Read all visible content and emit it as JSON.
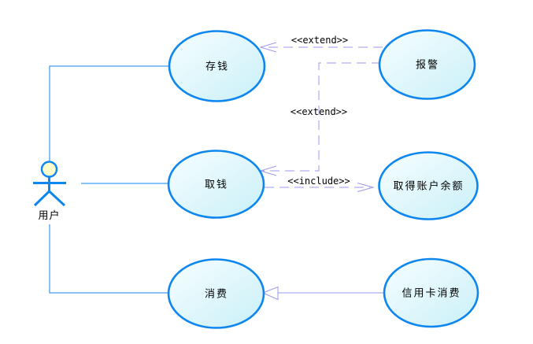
{
  "diagram": {
    "kind": "uml-use-case-diagram",
    "actor": {
      "label": "用户"
    },
    "use_cases": {
      "deposit": {
        "label": "存钱"
      },
      "alarm": {
        "label": "报警"
      },
      "withdraw": {
        "label": "取钱"
      },
      "balance": {
        "label": "取得账户余额"
      },
      "consume": {
        "label": "消费"
      },
      "credit_consume": {
        "label": "信用卡消费"
      }
    },
    "relationships": {
      "extend_alarm_deposit": {
        "type": "extend",
        "label": "<<extend>>",
        "from": "报警",
        "to": "存钱"
      },
      "extend_alarm_withdraw": {
        "type": "extend",
        "label": "<<extend>>",
        "from": "报警",
        "to": "取钱"
      },
      "include_withdraw_balance": {
        "type": "include",
        "label": "<<include>>",
        "from": "取钱",
        "to": "取得账户余额"
      },
      "generalization_credit_consume": {
        "type": "generalization",
        "from": "信用卡消费",
        "to": "消费"
      },
      "association_user_deposit": {
        "type": "association",
        "from": "用户",
        "to": "存钱"
      },
      "association_user_withdraw": {
        "type": "association",
        "from": "用户",
        "to": "取钱"
      },
      "association_user_consume": {
        "type": "association",
        "from": "用户",
        "to": "消费"
      }
    },
    "colors": {
      "background": "#ffffff",
      "shape_border": "#0d86f0",
      "shape_fill_light": "#f7feff",
      "shape_fill_dark": "#c9f0f8",
      "dependency_line": "#9999ee",
      "actor_head_fill": "#ffffcc",
      "text": "#000000"
    }
  }
}
